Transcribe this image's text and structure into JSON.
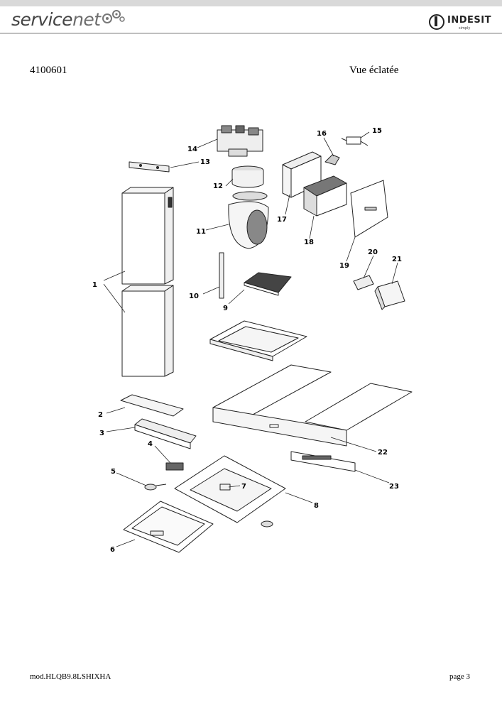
{
  "header": {
    "brand_part1": "service",
    "brand_part2": "net",
    "logo_text": "INDESIT",
    "logo_sub": "simply"
  },
  "document": {
    "code": "4100601",
    "view_title": "Vue éclatée"
  },
  "parts": {
    "p1": "1",
    "p2": "2",
    "p3": "3",
    "p4": "4",
    "p5": "5",
    "p6": "6",
    "p7": "7",
    "p8": "8",
    "p9": "9",
    "p10": "10",
    "p11": "11",
    "p12": "12",
    "p13": "13",
    "p14": "14",
    "p15": "15",
    "p16": "16",
    "p17": "17",
    "p18": "18",
    "p19": "19",
    "p20": "20",
    "p21": "21",
    "p22": "22",
    "p23": "23"
  },
  "footer": {
    "model": "mod.HLQB9.8LSHIXHA",
    "page": "page 3"
  }
}
